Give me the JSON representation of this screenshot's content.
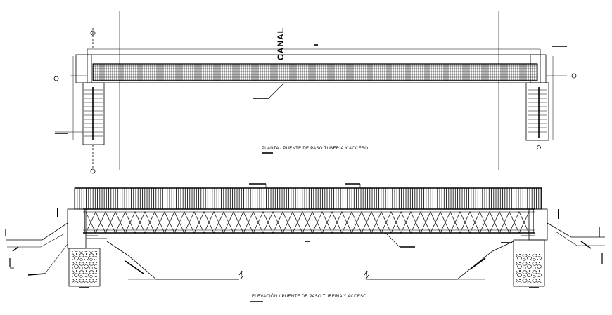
{
  "drawing": {
    "canal_label": "CANAL",
    "plan_title": "PLANTA / PUENTE DE PASO TUBERIA Y ACCESO",
    "elevation_title": "ELEVACIÓN / PUENTE DE PASO TUBERIA Y ACCESO"
  },
  "colors": {
    "line": "#000000",
    "background": "#ffffff"
  }
}
